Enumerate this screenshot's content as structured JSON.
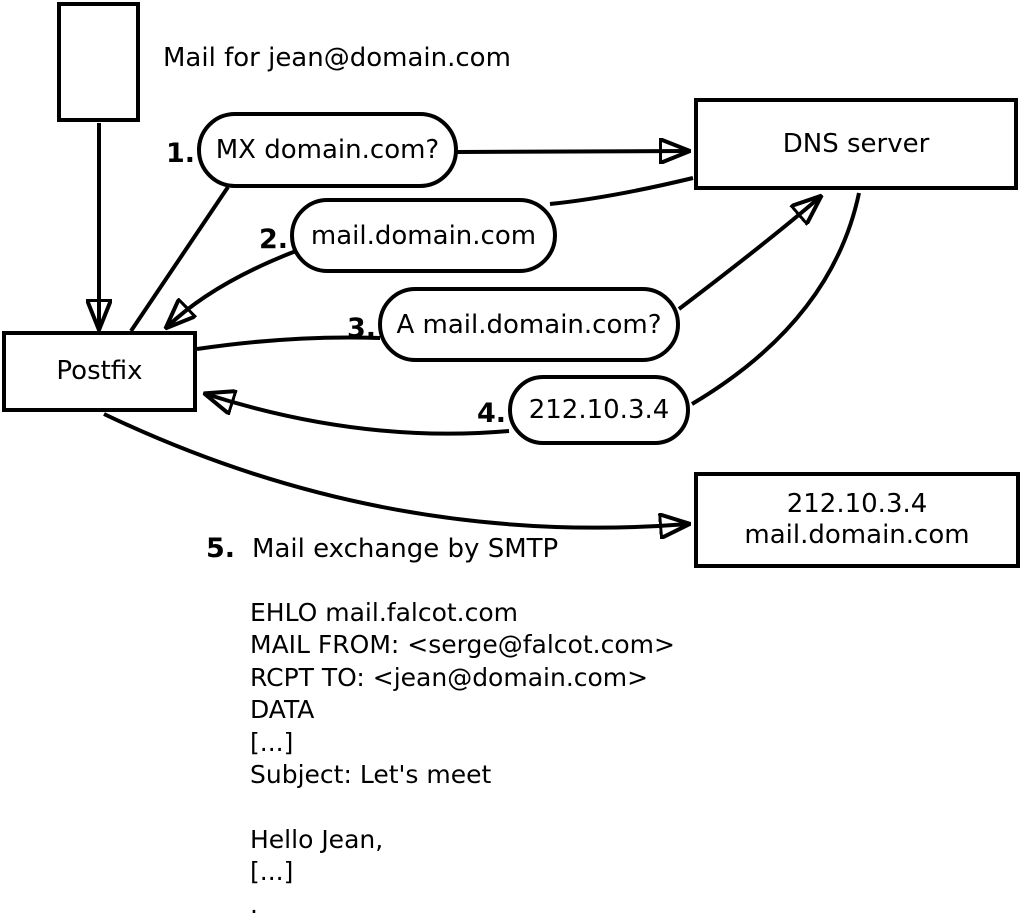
{
  "title": "Mail for jean@domain.com",
  "nodes": {
    "mail_document": {
      "description": "mail-message"
    },
    "postfix": {
      "label": "Postfix"
    },
    "dns_server": {
      "label": "DNS server"
    },
    "mail_server": {
      "line1": "212.10.3.4",
      "line2": "mail.domain.com"
    }
  },
  "steps": [
    {
      "num": "1.",
      "label": "MX domain.com?"
    },
    {
      "num": "2.",
      "label": "mail.domain.com"
    },
    {
      "num": "3.",
      "label": "A mail.domain.com?"
    },
    {
      "num": "4.",
      "label": "212.10.3.4"
    },
    {
      "num": "5.",
      "label": "Mail exchange by SMTP"
    }
  ],
  "smtp_session": {
    "lines": [
      "EHLO mail.falcot.com",
      "MAIL FROM: <serge@falcot.com>",
      "RCPT TO: <jean@domain.com>",
      "DATA",
      "[...]",
      "Subject: Let's meet",
      "",
      "Hello Jean,",
      "[...]",
      "."
    ]
  },
  "colors": {
    "stroke": "#000000",
    "background": "#ffffff"
  }
}
